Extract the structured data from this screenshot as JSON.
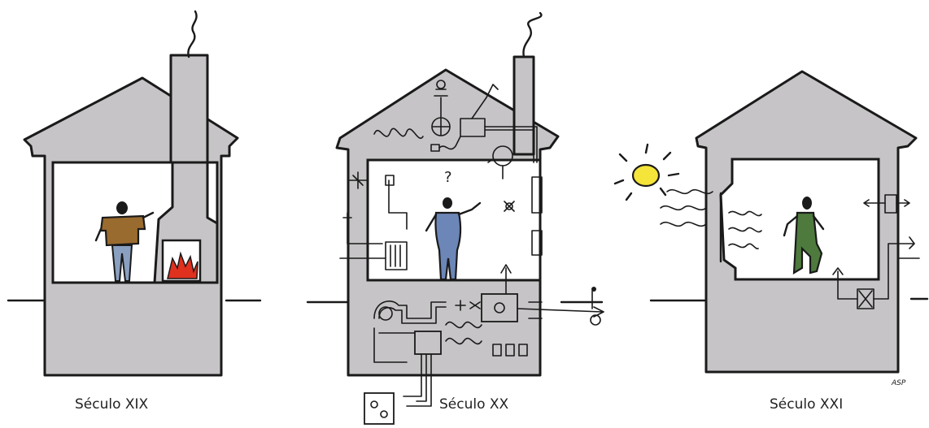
{
  "panels": [
    {
      "caption": "Século XIX"
    },
    {
      "caption": "Século XX"
    },
    {
      "caption": "Século XXI"
    }
  ],
  "signature": "ASP",
  "colors": {
    "wall": "#c6c4c6",
    "ink": "#1a1a1a",
    "sweater": "#9a6b2f",
    "jeans": "#8aa0c0",
    "fire": "#e0301e",
    "blue_figure": "#6c86b8",
    "green_figure": "#4e7a3e",
    "sun": "#f5e43a"
  }
}
